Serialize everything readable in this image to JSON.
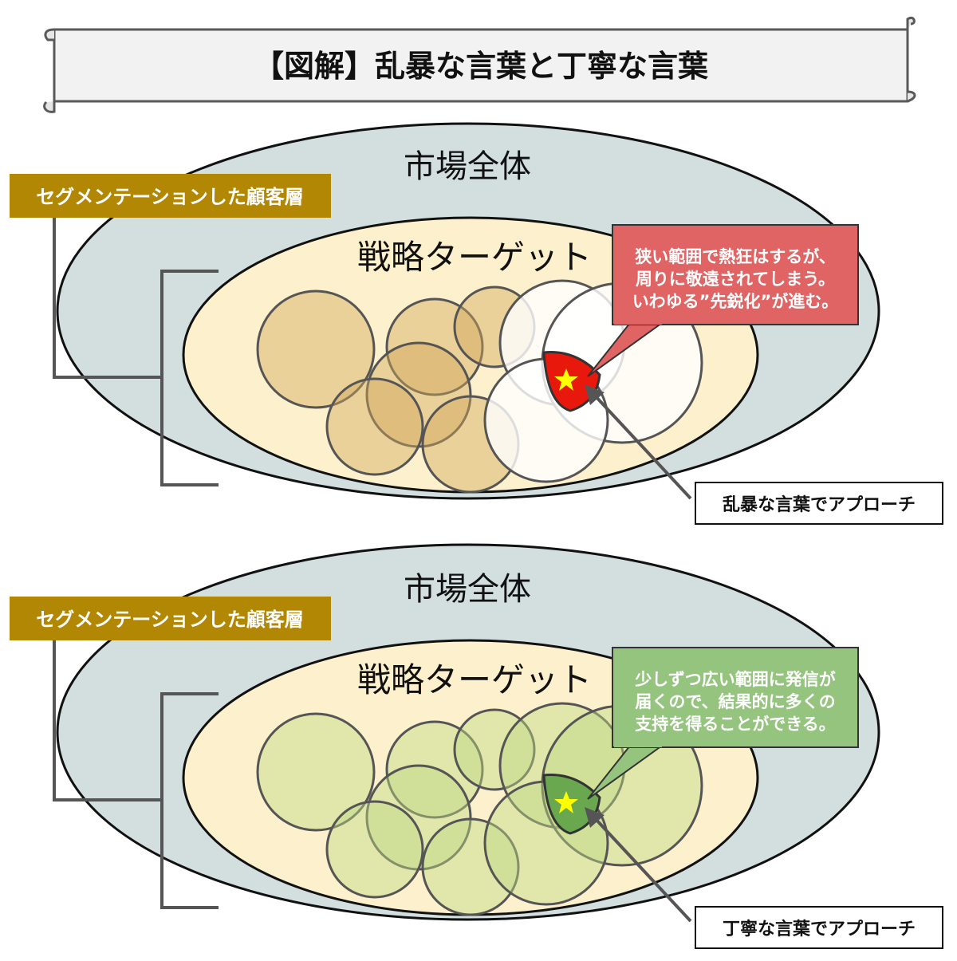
{
  "title": "【図解】乱暴な言葉と丁寧な言葉",
  "colors": {
    "market_fill": "#d3dfdf",
    "target_fill": "#fdf0cd",
    "segment_label_bg": "#b28704",
    "rough_circle": "#d2a95a",
    "polite_circle": "#bed983",
    "rough_callout": "#e06464",
    "polite_callout": "#94c47e",
    "rough_focus": "#e8180c",
    "polite_focus": "#6aa84f",
    "star": "#ffff00"
  },
  "top": {
    "market_label": "市場全体",
    "target_label": "戦略ターゲット",
    "segment_label": "セグメンテーションした顧客層",
    "callout_lines": [
      "狭い範囲で熱狂はするが、",
      "周りに敬遠されてしまう。",
      "いわゆる”先鋭化”が進む。"
    ],
    "approach_label": "乱暴な言葉でアプローチ"
  },
  "bottom": {
    "market_label": "市場全体",
    "target_label": "戦略ターゲット",
    "segment_label": "セグメンテーションした顧客層",
    "callout_lines": [
      "少しずつ広い範囲に発信が",
      "届くので、結果的に多くの",
      "支持を得ることができる。"
    ],
    "approach_label": "丁寧な言葉でアプローチ"
  }
}
